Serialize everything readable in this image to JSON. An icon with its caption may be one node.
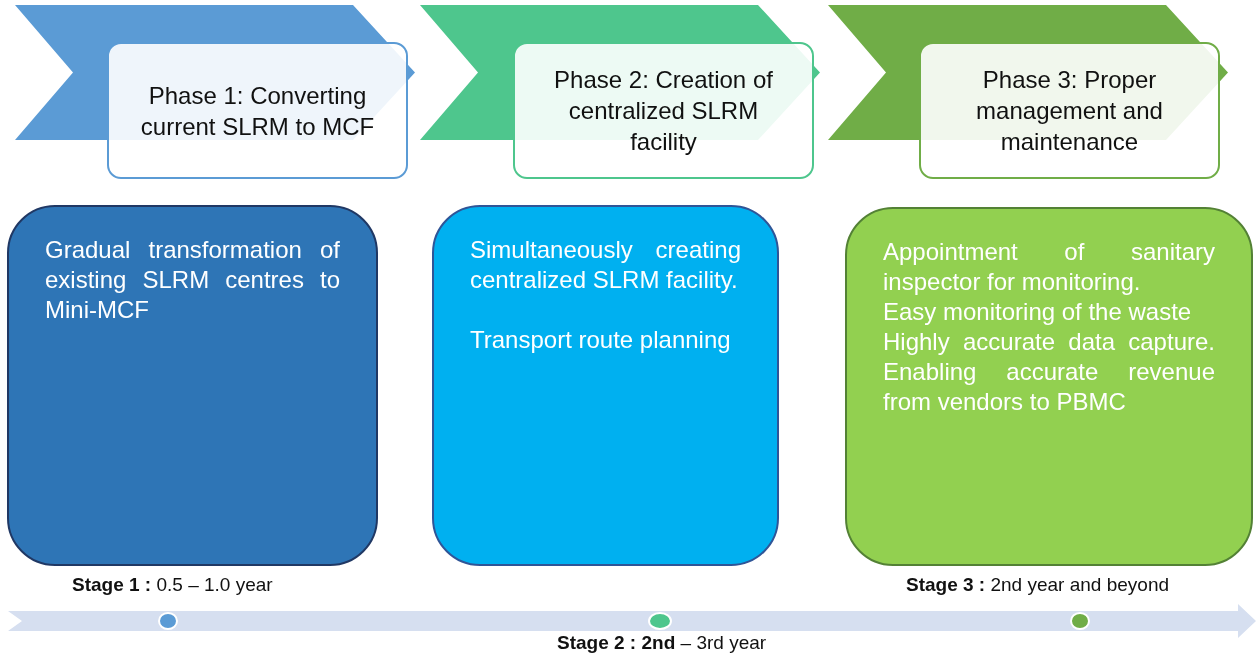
{
  "diagram": {
    "nodes": [
      {
        "text": [
          "Phase 1: Converting current SLRM to MCF"
        ]
      },
      {
        "text": [
          "Phase 2: Creation of centralized SLRM facility"
        ]
      },
      {
        "text": [
          "Phase 3: Proper management and maintenance"
        ]
      },
      {
        "text": [
          "Gradual transformation of existing SLRM centres to Mini-MCF"
        ]
      },
      {
        "text": [
          "Simultaneously creating centralized SLRM facility.",
          "Transport route planning"
        ]
      },
      {
        "text": [
          "Appointment of sanitary inspector for monitoring.",
          "Easy monitoring of the waste",
          "Highly accurate data capture. Enabling accurate revenue from vendors to PBMC"
        ]
      }
    ],
    "labels": [
      "**Stage 1 :** 0.5 – 1.0 year",
      "**Stage 3 :** 2nd year and beyond",
      "**Stage 2 :** **2nd** – 3rd year"
    ]
  }
}
